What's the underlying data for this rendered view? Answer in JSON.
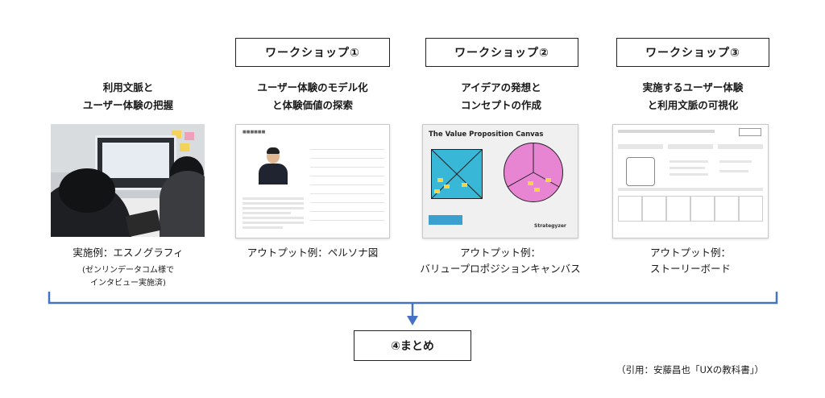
{
  "workshops": [
    {
      "label": "ワークショップ①"
    },
    {
      "label": "ワークショップ②"
    },
    {
      "label": "ワークショップ③"
    }
  ],
  "columns": [
    {
      "title_line1": "利用文脈と",
      "title_line2": "ユーザー体験の把握",
      "caption_line1": "実施例：エスノグラフィ",
      "note_line1": "(ゼンリンデータコム様で",
      "note_line2": "インタビュー実施済)"
    },
    {
      "title_line1": "ユーザー体験のモデル化",
      "title_line2": "と体験価値の探索",
      "caption_line1": "アウトプット例：ペルソナ図"
    },
    {
      "title_line1": "アイデアの発想と",
      "title_line2": "コンセプトの作成",
      "caption_line1": "アウトプット例：",
      "caption_line2": "バリュープロポジションキャンバス"
    },
    {
      "title_line1": "実施するユーザー体験",
      "title_line2": "と利用文脈の可視化",
      "caption_line1": "アウトプット例：",
      "caption_line2": "ストーリーボード"
    }
  ],
  "vpc": {
    "title": "The Value Proposition Canvas",
    "brand": "Strategyzer"
  },
  "summary": {
    "label": "④まとめ"
  },
  "citation": "（引用：安藤昌也「UXの教科書」）",
  "colors": {
    "connector": "#4472c4",
    "vpc_square": "#39b7d6",
    "vpc_circle": "#e785d3"
  }
}
